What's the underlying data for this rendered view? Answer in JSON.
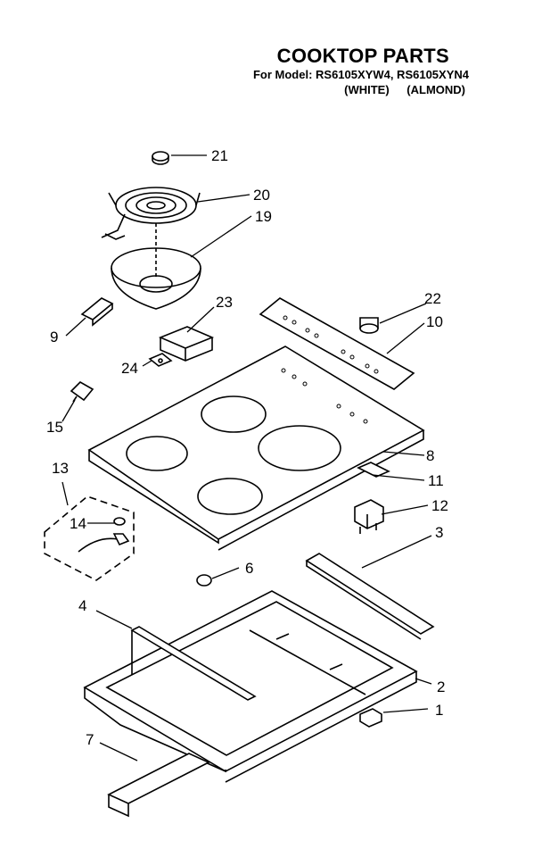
{
  "header": {
    "title": "COOKTOP PARTS",
    "model_line": "For Model: RS6105XYW4, RS6105XYN4",
    "variant_white": "(WHITE)",
    "variant_almond": "(ALMOND)"
  },
  "callouts": [
    "1",
    "2",
    "3",
    "4",
    "6",
    "7",
    "8",
    "9",
    "10",
    "11",
    "12",
    "13",
    "14",
    "15",
    "19",
    "20",
    "21",
    "22",
    "23",
    "24"
  ]
}
